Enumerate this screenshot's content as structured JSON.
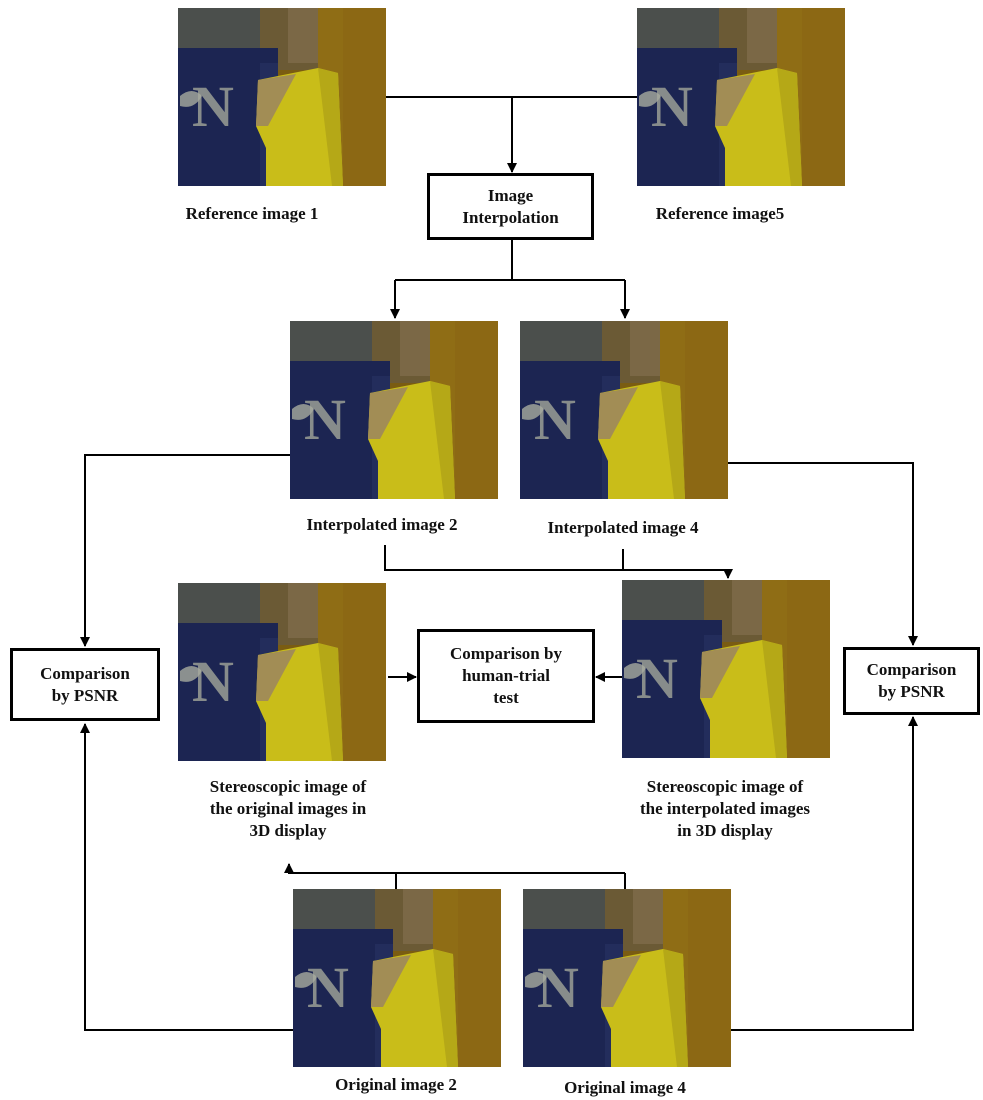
{
  "thumbnails": {
    "reference_1": "Reference image 1",
    "reference_5": "Reference image5",
    "interpolated_2": "Interpolated image 2",
    "interpolated_4": "Interpolated image 4",
    "stereo_original": "Stereoscopic image of\nthe original images in\n3D display",
    "stereo_interpolated": "Stereoscopic image of\nthe interpolated images\nin 3D display",
    "original_2": "Original image 2",
    "original_4": "Original image 4"
  },
  "boxes": {
    "interpolation": "Image\nInterpolation",
    "psnr_left": "Comparison\nby PSNR",
    "psnr_right": "Comparison\nby PSNR",
    "human_trial": "Comparison by\nhuman-trial\ntest"
  },
  "colors": {
    "navy_box": "#1c2552",
    "yellow_card": "#cfc21a",
    "background_gold": "#8c6a16",
    "line": "#000000"
  }
}
